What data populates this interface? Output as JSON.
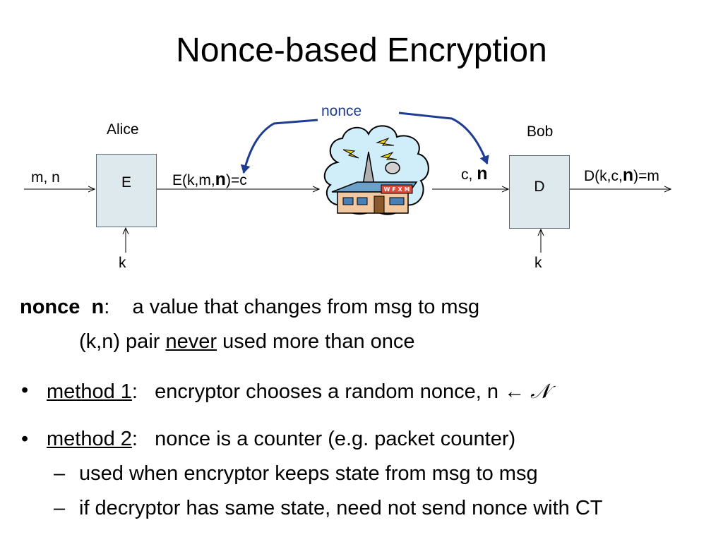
{
  "title": "Nonce-based Encryption",
  "diagram": {
    "nonce_label": "nonce",
    "alice": "Alice",
    "bob": "Bob",
    "enc_box": "E",
    "dec_box": "D",
    "input_label": "m, n",
    "enc_out_pre": "E(k,m,",
    "enc_out_n": "n",
    "enc_out_post": ")=c",
    "dec_in_pre": "c,",
    "dec_in_n": "n",
    "dec_out_pre": "D(k,c,",
    "dec_out_n": "n",
    "dec_out_post": ")=m",
    "key_enc": "k",
    "key_dec": "k",
    "station_sign": "W F X M",
    "arrow_color": "#1f3c93"
  },
  "text": {
    "def_term": "nonce",
    "def_var": "n",
    "def_colon": ":",
    "def_body": "a value that changes from msg to msg",
    "pair_pre": "(k,n)  pair",
    "pair_never": "never",
    "pair_post": "used more than once",
    "bullet": "•",
    "m1_label": "method 1",
    "m1_colon": ":",
    "m1_body": "encryptor chooses a random nonce,   n",
    "m1_arrow": "←",
    "m1_set": "𝒩",
    "m2_label": "method 2",
    "m2_colon": ":",
    "m2_body": "nonce is a counter   (e.g. packet counter)",
    "dash": "–",
    "sub1": "used when encryptor keeps state from msg to msg",
    "sub2": "if decryptor has same state, need not send nonce with CT"
  }
}
